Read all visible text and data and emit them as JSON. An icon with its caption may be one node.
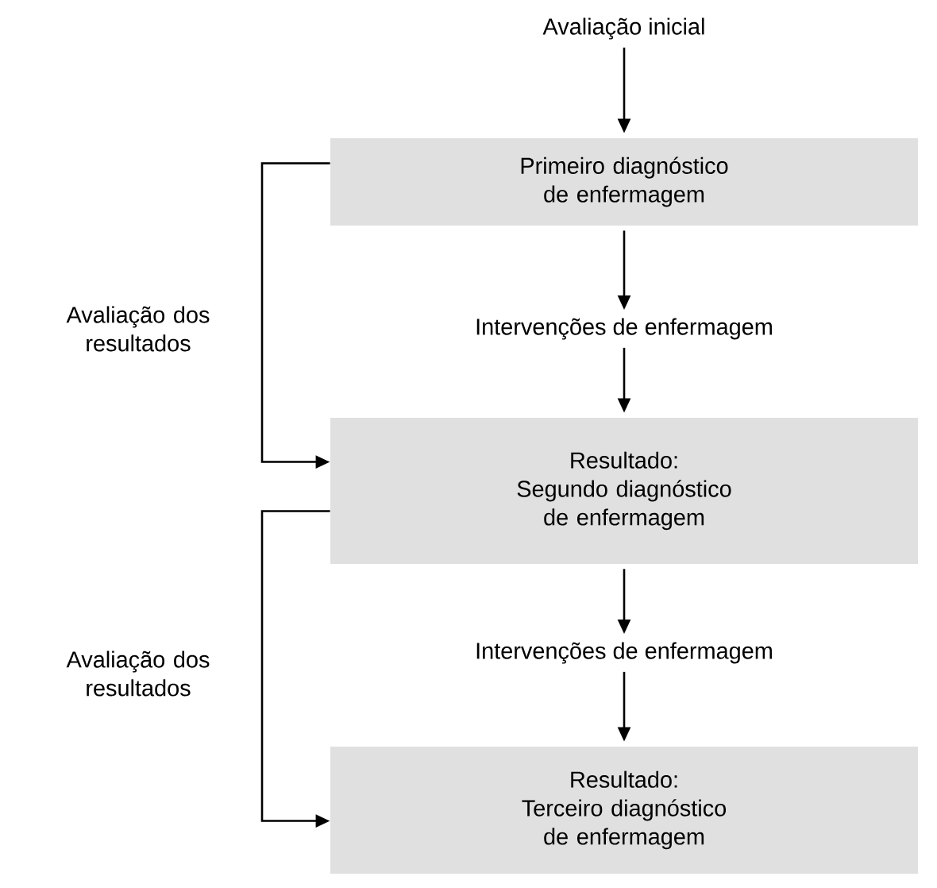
{
  "diagram": {
    "nodes": [
      {
        "text": [
          "Avaliação inicial"
        ]
      },
      {
        "text": [
          "Primeiro diagnóstico de enfermagem"
        ]
      },
      {
        "text": [
          "Intervenções de enfermagem"
        ]
      },
      {
        "text": [
          "Resultado:",
          "Segundo diagnóstico de enfermagem"
        ]
      },
      {
        "text": [
          "Intervenções de enfermagem"
        ]
      },
      {
        "text": [
          "Resultado:",
          "Terceiro diagnóstico de enfermagem"
        ]
      }
    ],
    "edges": [
      {
        "from": 0,
        "to": 1,
        "arrow": "to"
      },
      {
        "from": 1,
        "to": 2,
        "arrow": "to"
      },
      {
        "from": 2,
        "to": 3,
        "arrow": "to"
      },
      {
        "from": 1,
        "to": 3,
        "arrow": "to",
        "label": "Avaliação dos resultados"
      },
      {
        "from": 3,
        "to": 4,
        "arrow": "to"
      },
      {
        "from": 4,
        "to": 5,
        "arrow": "to"
      },
      {
        "from": 3,
        "to": 5,
        "arrow": "to",
        "label": "Avaliação dos resultados"
      }
    ]
  }
}
